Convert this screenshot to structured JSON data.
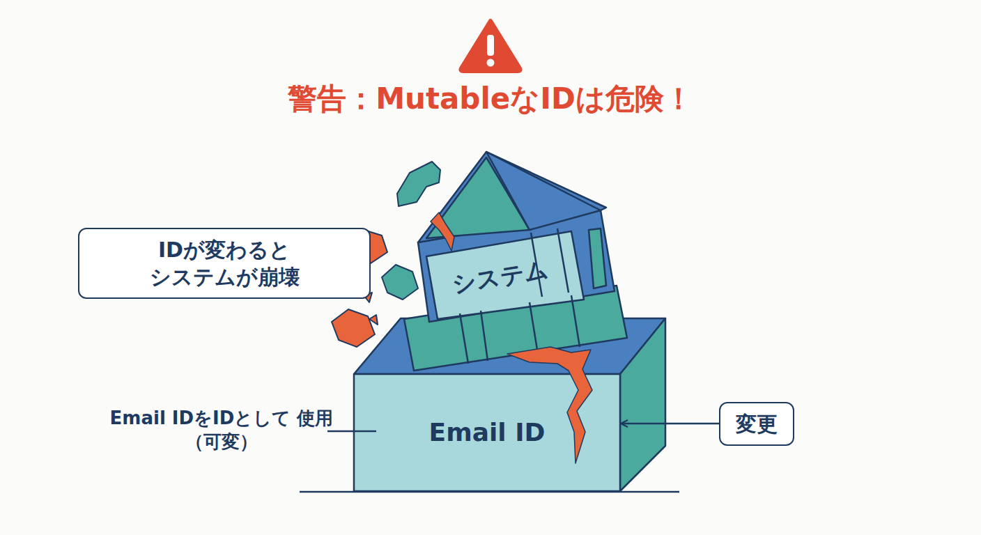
{
  "diagram": {
    "title": "警告：MutableなIDは危険！",
    "nodes": [
      {
        "text": [
          "IDが変わると システムが崩壊"
        ]
      },
      {
        "text": [
          "システム"
        ]
      },
      {
        "text": [
          "Email ID"
        ]
      },
      {
        "text": [
          "変更"
        ]
      }
    ],
    "edges": [
      {
        "from": 3,
        "to": 2,
        "arrow": "to"
      }
    ],
    "labels": [
      "Email IDをIDとして 使用（可変）"
    ]
  }
}
